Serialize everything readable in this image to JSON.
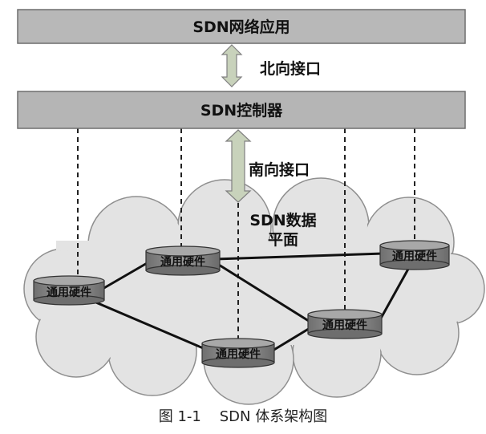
{
  "layers": {
    "app": "SDN网络应用",
    "controller": "SDN控制器"
  },
  "interfaces": {
    "northbound": "北向接口",
    "southbound": "南向接口"
  },
  "data_plane": {
    "label_line1": "SDN数据",
    "label_line2": "平面"
  },
  "hardware_nodes": [
    {
      "label": "通用硬件"
    },
    {
      "label": "通用硬件"
    },
    {
      "label": "通用硬件"
    },
    {
      "label": "通用硬件"
    },
    {
      "label": "通用硬件"
    }
  ],
  "caption": "图 1-1    SDN 体系架构图",
  "colors": {
    "layer_fill": "#b5b5b5",
    "cloud_fill": "#e3e3e3",
    "node_fill": "#888888",
    "arrow_fill": "#c8d2bb"
  }
}
